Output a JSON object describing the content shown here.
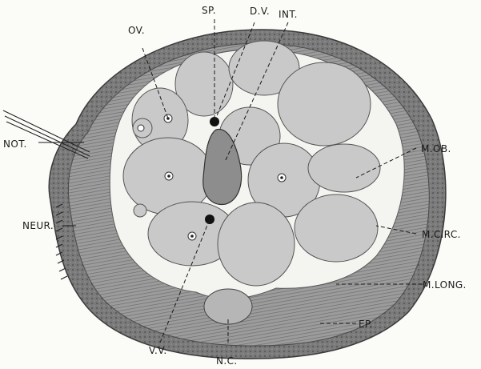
{
  "figure": {
    "labels": {
      "sp": "SP.",
      "dv": "D.V.",
      "int": "INT.",
      "ov": "OV.",
      "not": "NOT.",
      "mob": "M.OB.",
      "neur": "NEUR.",
      "mcirc": "M.CIRC.",
      "mlong": "M.LONG.",
      "ep": "EP.",
      "vv": "V.V.",
      "nc": "N.C."
    }
  },
  "colors": {
    "outer_epidermis": "#6f6f6f",
    "muscle_band": "#8f8f8f",
    "body_cavity": "#f4f4f0",
    "eggs": "#c9c9c9",
    "egg_outline": "#555555",
    "intestine": "#8d8d8d",
    "nerve_cord": "#b6b6b6"
  }
}
